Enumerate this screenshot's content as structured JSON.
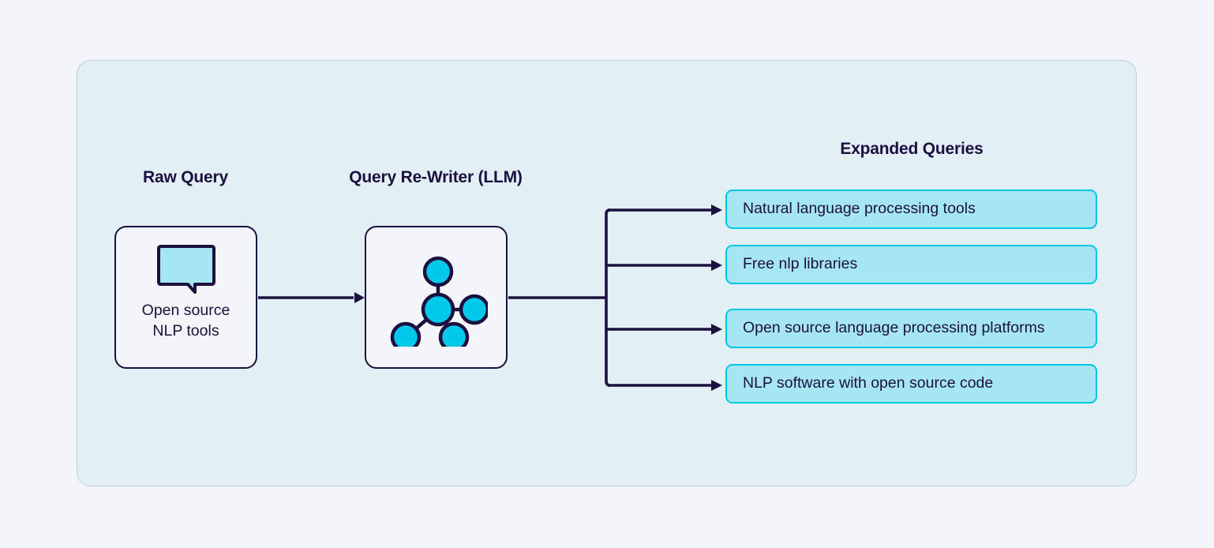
{
  "diagram": {
    "title_raw_query": "Raw Query",
    "title_rewriter": "Query Re-Writer (LLM)",
    "title_expanded": "Expanded Queries",
    "raw_query_card": {
      "icon": "speech-bubble-icon",
      "line1": "Open source",
      "line2": "NLP tools"
    },
    "rewriter_card": {
      "icon": "network-graph-icon"
    },
    "expanded_queries": [
      {
        "label": "Natural language processing tools"
      },
      {
        "label": "Free nlp libraries"
      },
      {
        "label": "Open source language processing platforms"
      },
      {
        "label": "NLP software with open source code"
      }
    ],
    "colors": {
      "page_background": "#f4f5fa",
      "panel_background": "#e2f0f5",
      "panel_border": "#b9cfe2",
      "card_background": "#f4f5fa",
      "ink": "#1b1040",
      "pill_fill": "#a5e6f2",
      "pill_border": "#00c6e6",
      "icon_cyan": "#00c8e8",
      "bubble_fill": "#a5e6f2"
    }
  }
}
